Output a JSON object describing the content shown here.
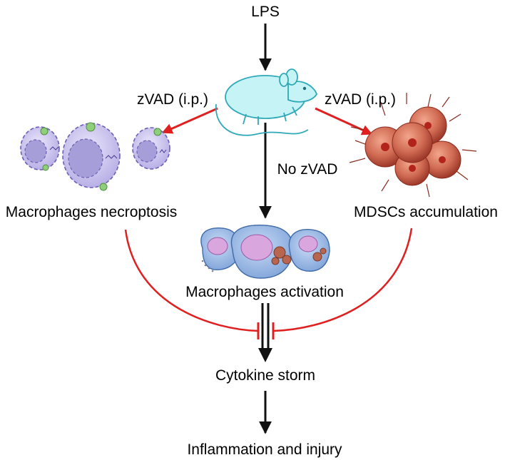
{
  "labels": {
    "lps": "LPS",
    "zvad_left": "zVAD (i.p.)",
    "zvad_right": "zVAD (i.p.)",
    "no_zvad": "No zVAD",
    "macrophages_necroptosis": "Macrophages necroptosis",
    "mdscs_accumulation": "MDSCs accumulation",
    "macrophages_activation": "Macrophages activation",
    "cytokine_storm": "Cytokine storm",
    "inflammation_injury": "Inflammation and injury"
  },
  "colors": {
    "arrow": "#111111",
    "inhibition": "#e02020",
    "mouse_fill": "#c6f3f6",
    "mouse_stroke": "#2fa9b8",
    "necroptotic_cell": "#c9c4ea",
    "necroptotic_nucleus": "#a69ed8",
    "mdsc_cell": "#c65a43",
    "mdsc_nucleus": "#b2231c",
    "activated_cell": "#8fb3e3",
    "activated_nucleus": "#d9a6dd",
    "granule": "#b8664f"
  },
  "icons": {
    "mouse": "mouse-icon",
    "necroptotic_cells": "necroptotic-macrophage-icon",
    "mdsc_cells": "mdsc-cluster-icon",
    "activated_cells": "activated-macrophage-icon"
  }
}
